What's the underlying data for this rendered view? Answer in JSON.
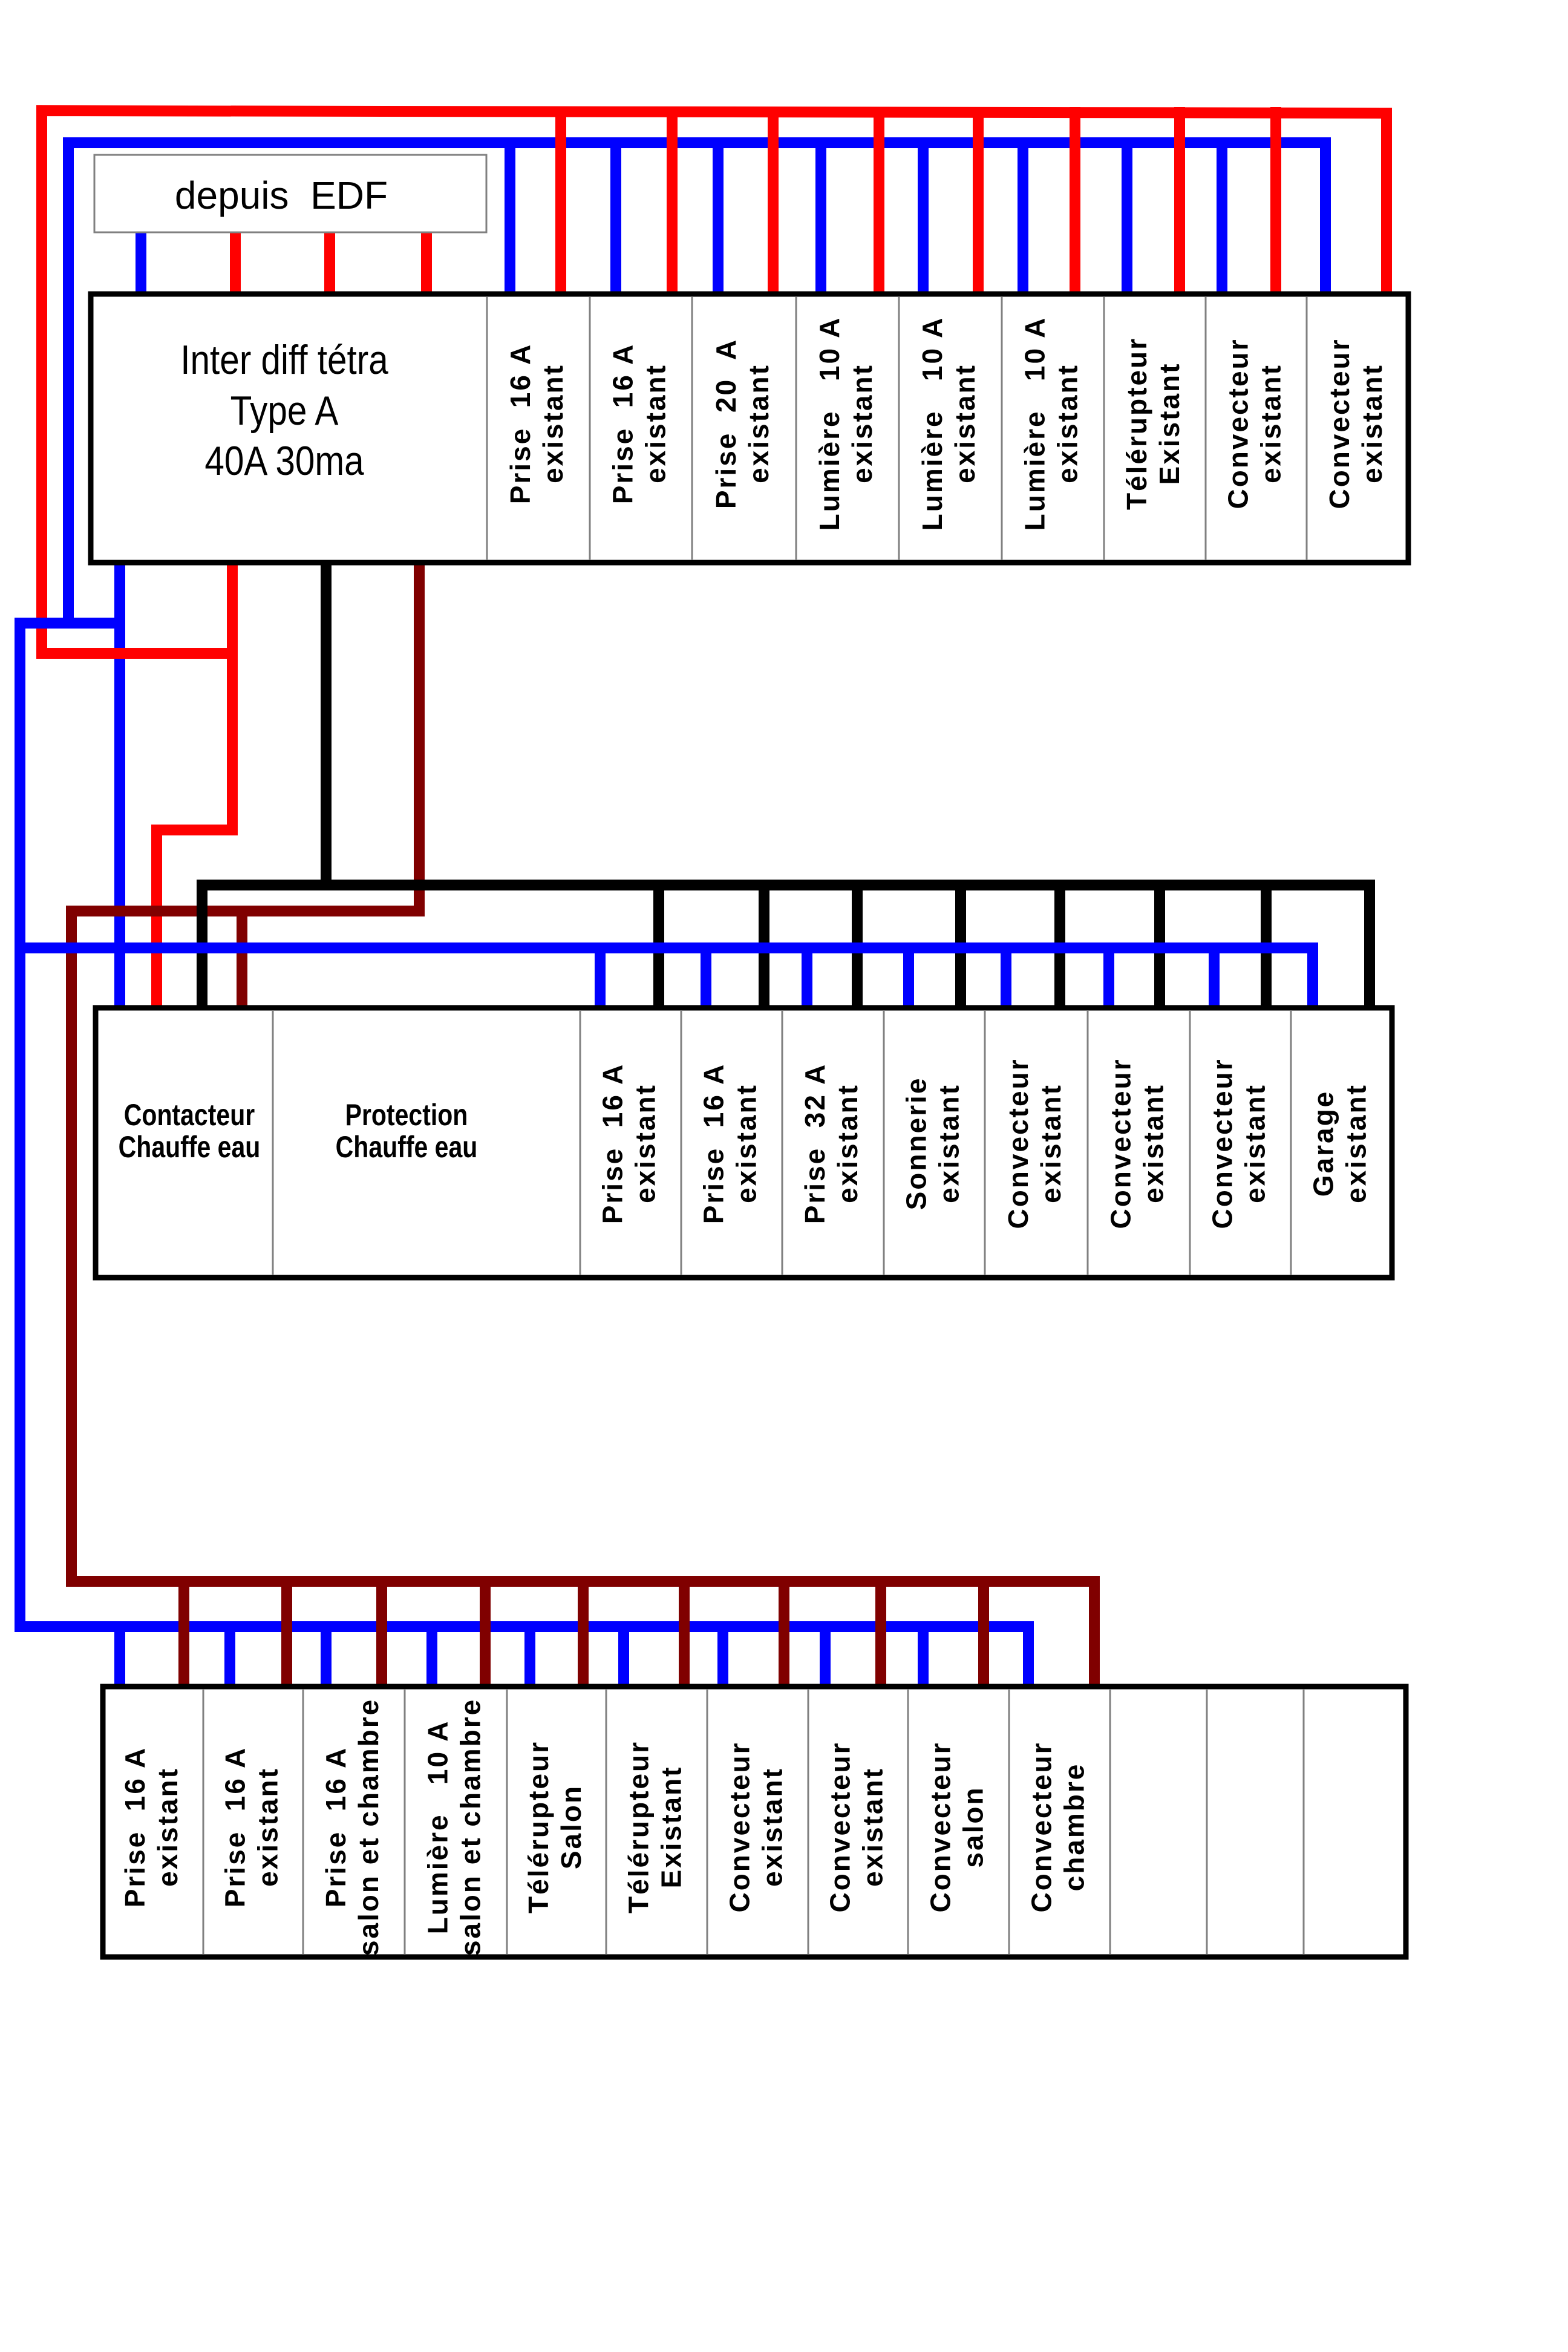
{
  "colors": {
    "phase": "#ff0000",
    "neutral": "#0000ff",
    "wire_black": "#000000",
    "wire_brown": "#800000",
    "frame": "#000000",
    "divider": "#808080"
  },
  "source": {
    "label": "depuis  EDF"
  },
  "panel1": {
    "main_device": {
      "lines": [
        "Inter diff tétra",
        "Type A",
        "40A  30ma"
      ]
    },
    "breakers": [
      {
        "line1": "Prise  16 A",
        "line2": "existant"
      },
      {
        "line1": "Prise  16 A",
        "line2": "existant"
      },
      {
        "line1": "Prise  20  A",
        "line2": "existant"
      },
      {
        "line1": "Lumière   10 A",
        "line2": "existant"
      },
      {
        "line1": "Lumière   10 A",
        "line2": "existant"
      },
      {
        "line1": "Lumière   10 A",
        "line2": "existant"
      },
      {
        "line1": "Télérupteur",
        "line2": "Existant"
      },
      {
        "line1": "Convecteur",
        "line2": "existant"
      },
      {
        "line1": "Convecteur",
        "line2": "existant"
      }
    ]
  },
  "panel2": {
    "contactor": {
      "lines": [
        "Contacteur",
        "Chauffe eau"
      ]
    },
    "protection": {
      "lines": [
        "Protection",
        "Chauffe eau"
      ]
    },
    "breakers": [
      {
        "line1": "Prise  16 A",
        "line2": "existant"
      },
      {
        "line1": "Prise  16 A",
        "line2": "existant"
      },
      {
        "line1": "Prise  32 A",
        "line2": "existant"
      },
      {
        "line1": "Sonnerie",
        "line2": "existant"
      },
      {
        "line1": "Convecteur",
        "line2": "existant"
      },
      {
        "line1": "Convecteur",
        "line2": "existant"
      },
      {
        "line1": "Convecteur",
        "line2": "existant"
      },
      {
        "line1": "Garage",
        "line2": "existant"
      }
    ]
  },
  "panel3": {
    "breakers": [
      {
        "line1": "Prise  16 A",
        "line2": "existant"
      },
      {
        "line1": "Prise  16 A",
        "line2": "existant"
      },
      {
        "line1": "Prise  16 A",
        "line2": "salon et chambre"
      },
      {
        "line1": "Lumière   10 A",
        "line2": "salon et chambre"
      },
      {
        "line1": "Télérupteur",
        "line2": "Salon"
      },
      {
        "line1": "Télérupteur",
        "line2": "Existant"
      },
      {
        "line1": "Convecteur",
        "line2": "existant"
      },
      {
        "line1": "Convecteur",
        "line2": "existant"
      },
      {
        "line1": "Convecteur",
        "line2": "salon"
      },
      {
        "line1": "Convecteur",
        "line2": "chambre"
      },
      {
        "line1": "",
        "line2": ""
      },
      {
        "line1": "",
        "line2": ""
      },
      {
        "line1": "",
        "line2": ""
      }
    ]
  }
}
